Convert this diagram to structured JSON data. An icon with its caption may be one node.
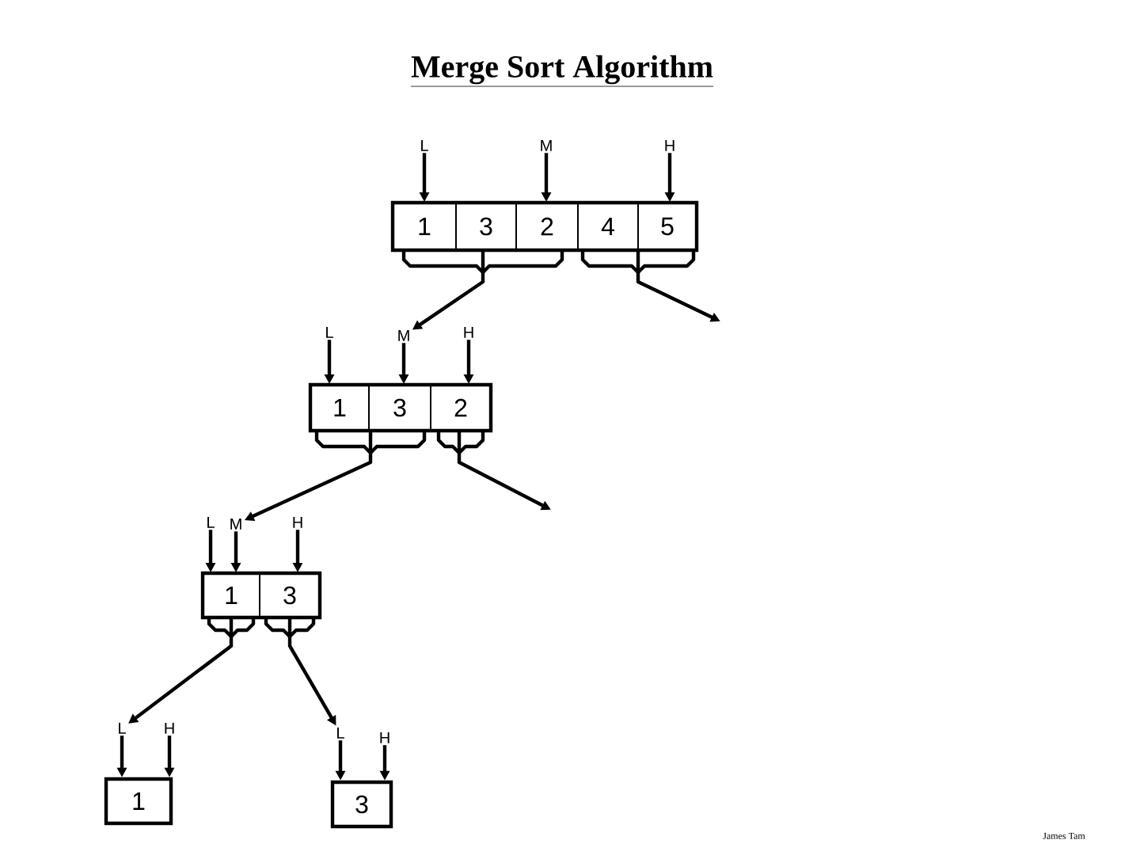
{
  "diagram": {
    "title": "Merge Sort Algorithm",
    "nodes": [
      {
        "text": [],
        "shape": "box"
      },
      {
        "text": [
          "1"
        ],
        "in": 0
      },
      {
        "text": [
          "3"
        ],
        "in": 0
      },
      {
        "text": [
          "2"
        ],
        "in": 0
      },
      {
        "text": [
          "4"
        ],
        "in": 0
      },
      {
        "text": [
          "5"
        ],
        "in": 0
      },
      {
        "text": [
          "L"
        ]
      },
      {
        "text": [
          "M"
        ]
      },
      {
        "text": [
          "H"
        ]
      },
      {
        "text": [],
        "shape": "box"
      },
      {
        "text": [
          "1"
        ],
        "in": 9
      },
      {
        "text": [
          "3"
        ],
        "in": 9
      },
      {
        "text": [
          "2"
        ],
        "in": 9
      },
      {
        "text": [
          "L"
        ]
      },
      {
        "text": [
          "M"
        ]
      },
      {
        "text": [
          "H"
        ]
      },
      {
        "text": [],
        "shape": "box"
      },
      {
        "text": [
          "1"
        ],
        "in": 16
      },
      {
        "text": [
          "3"
        ],
        "in": 16
      },
      {
        "text": [
          "L"
        ]
      },
      {
        "text": [
          "M"
        ]
      },
      {
        "text": [
          "H"
        ]
      },
      {
        "text": [
          "1"
        ]
      },
      {
        "text": [
          "L"
        ]
      },
      {
        "text": [
          "H"
        ]
      },
      {
        "text": [
          "3"
        ]
      },
      {
        "text": [
          "L"
        ]
      },
      {
        "text": [
          "H"
        ]
      }
    ],
    "edges": [
      {
        "from": 6,
        "to": 1,
        "arrow": "to"
      },
      {
        "from": 7,
        "to": 3,
        "arrow": "to"
      },
      {
        "from": 8,
        "to": 5,
        "arrow": "to"
      },
      {
        "from": 13,
        "to": 10,
        "arrow": "to"
      },
      {
        "from": 14,
        "to": 11,
        "arrow": "to"
      },
      {
        "from": 15,
        "to": 12,
        "arrow": "to"
      },
      {
        "from": 19,
        "to": 17,
        "arrow": "to"
      },
      {
        "from": 20,
        "to": 17,
        "arrow": "to"
      },
      {
        "from": 21,
        "to": 18,
        "arrow": "to"
      },
      {
        "from": 23,
        "to": 22,
        "arrow": "to"
      },
      {
        "from": 24,
        "to": 22,
        "arrow": "to"
      },
      {
        "from": 26,
        "to": 25,
        "arrow": "to"
      },
      {
        "from": 27,
        "to": 25,
        "arrow": "to"
      },
      {
        "from": 0,
        "to": 14,
        "arrow": "to"
      },
      {
        "from": 0,
        "to": null,
        "arrow": "to"
      },
      {
        "from": 9,
        "to": 20,
        "arrow": "to"
      },
      {
        "from": 9,
        "to": null,
        "arrow": "to"
      },
      {
        "from": 16,
        "to": 23,
        "arrow": "to"
      },
      {
        "from": 16,
        "to": 26,
        "arrow": "to"
      }
    ],
    "labels": [
      "James Tam"
    ]
  }
}
